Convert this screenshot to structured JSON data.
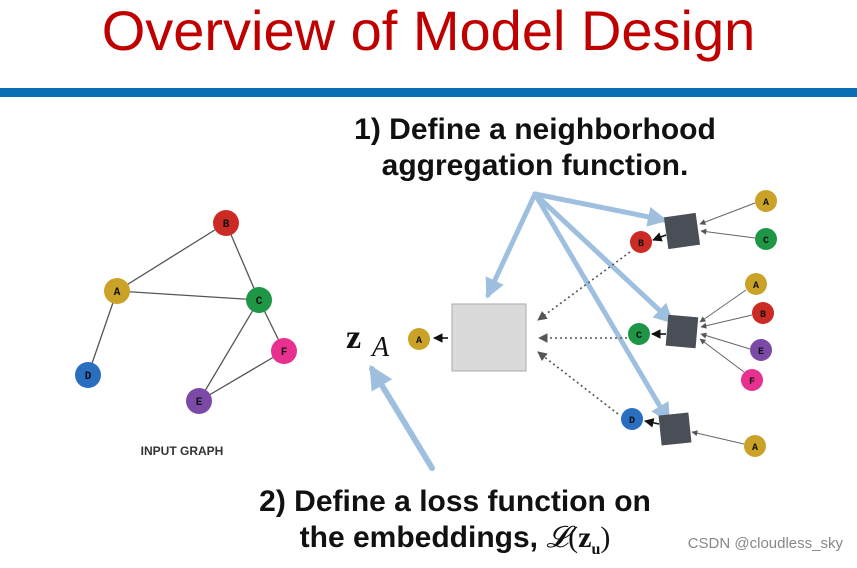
{
  "title": "Overview of Model Design",
  "step1": {
    "line1": "1) Define a neighborhood",
    "line2": "aggregation function."
  },
  "step2": {
    "line1": "2) Define a loss function on",
    "line2_prefix": "the embeddings, ",
    "loss_symbol": "𝓛",
    "loss_arg": "z",
    "loss_sub": "u"
  },
  "graph_label": "INPUT GRAPH",
  "embedding_symbol": "z",
  "embedding_subscript": "A",
  "watermark": "CSDN @cloudless_sky",
  "colors": {
    "A": "#c9a227",
    "B": "#cc2a24",
    "C": "#1e9646",
    "D": "#2a6fbf",
    "E": "#7b4aa6",
    "F": "#e8318e",
    "accent_blue": "#9fbfdf",
    "title_red": "#c00000",
    "rule_blue": "#0b6db4"
  },
  "node_labels": {
    "A": "A",
    "B": "B",
    "C": "C",
    "D": "D",
    "E": "E",
    "F": "F"
  }
}
